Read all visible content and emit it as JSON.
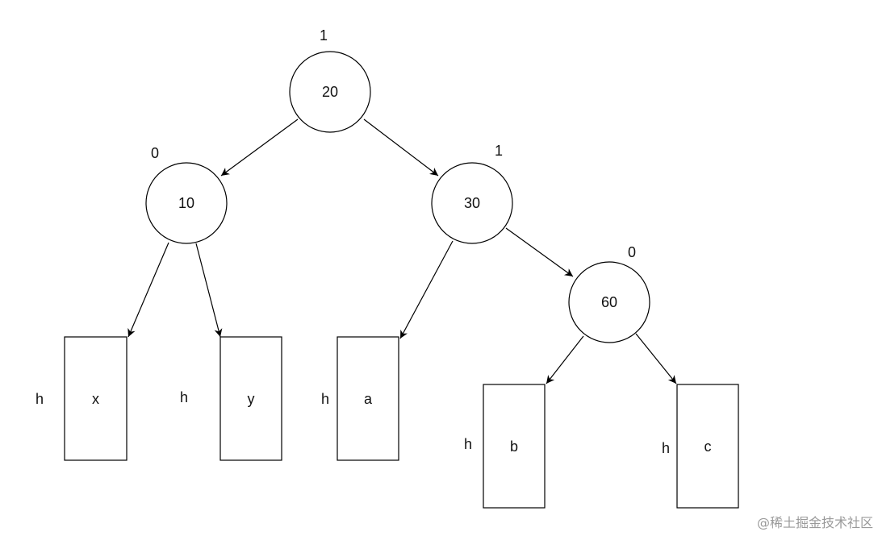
{
  "diagram": {
    "nodes": [
      {
        "id": "n20",
        "value": "20",
        "balance": "1"
      },
      {
        "id": "n10",
        "value": "10",
        "balance": "0"
      },
      {
        "id": "n30",
        "value": "30",
        "balance": "1"
      },
      {
        "id": "n60",
        "value": "60",
        "balance": "0"
      }
    ],
    "subtrees": [
      {
        "id": "sx",
        "name": "x",
        "height_label": "h"
      },
      {
        "id": "sy",
        "name": "y",
        "height_label": "h"
      },
      {
        "id": "sa",
        "name": "a",
        "height_label": "h"
      },
      {
        "id": "sb",
        "name": "b",
        "height_label": "h"
      },
      {
        "id": "sc",
        "name": "c",
        "height_label": "h"
      }
    ],
    "edges": [
      {
        "from": "n20",
        "to": "n10"
      },
      {
        "from": "n20",
        "to": "n30"
      },
      {
        "from": "n10",
        "to": "sx"
      },
      {
        "from": "n10",
        "to": "sy"
      },
      {
        "from": "n30",
        "to": "sa"
      },
      {
        "from": "n30",
        "to": "n60"
      },
      {
        "from": "n60",
        "to": "sb"
      },
      {
        "from": "n60",
        "to": "sc"
      }
    ]
  },
  "watermark": "@稀土掘金技术社区"
}
